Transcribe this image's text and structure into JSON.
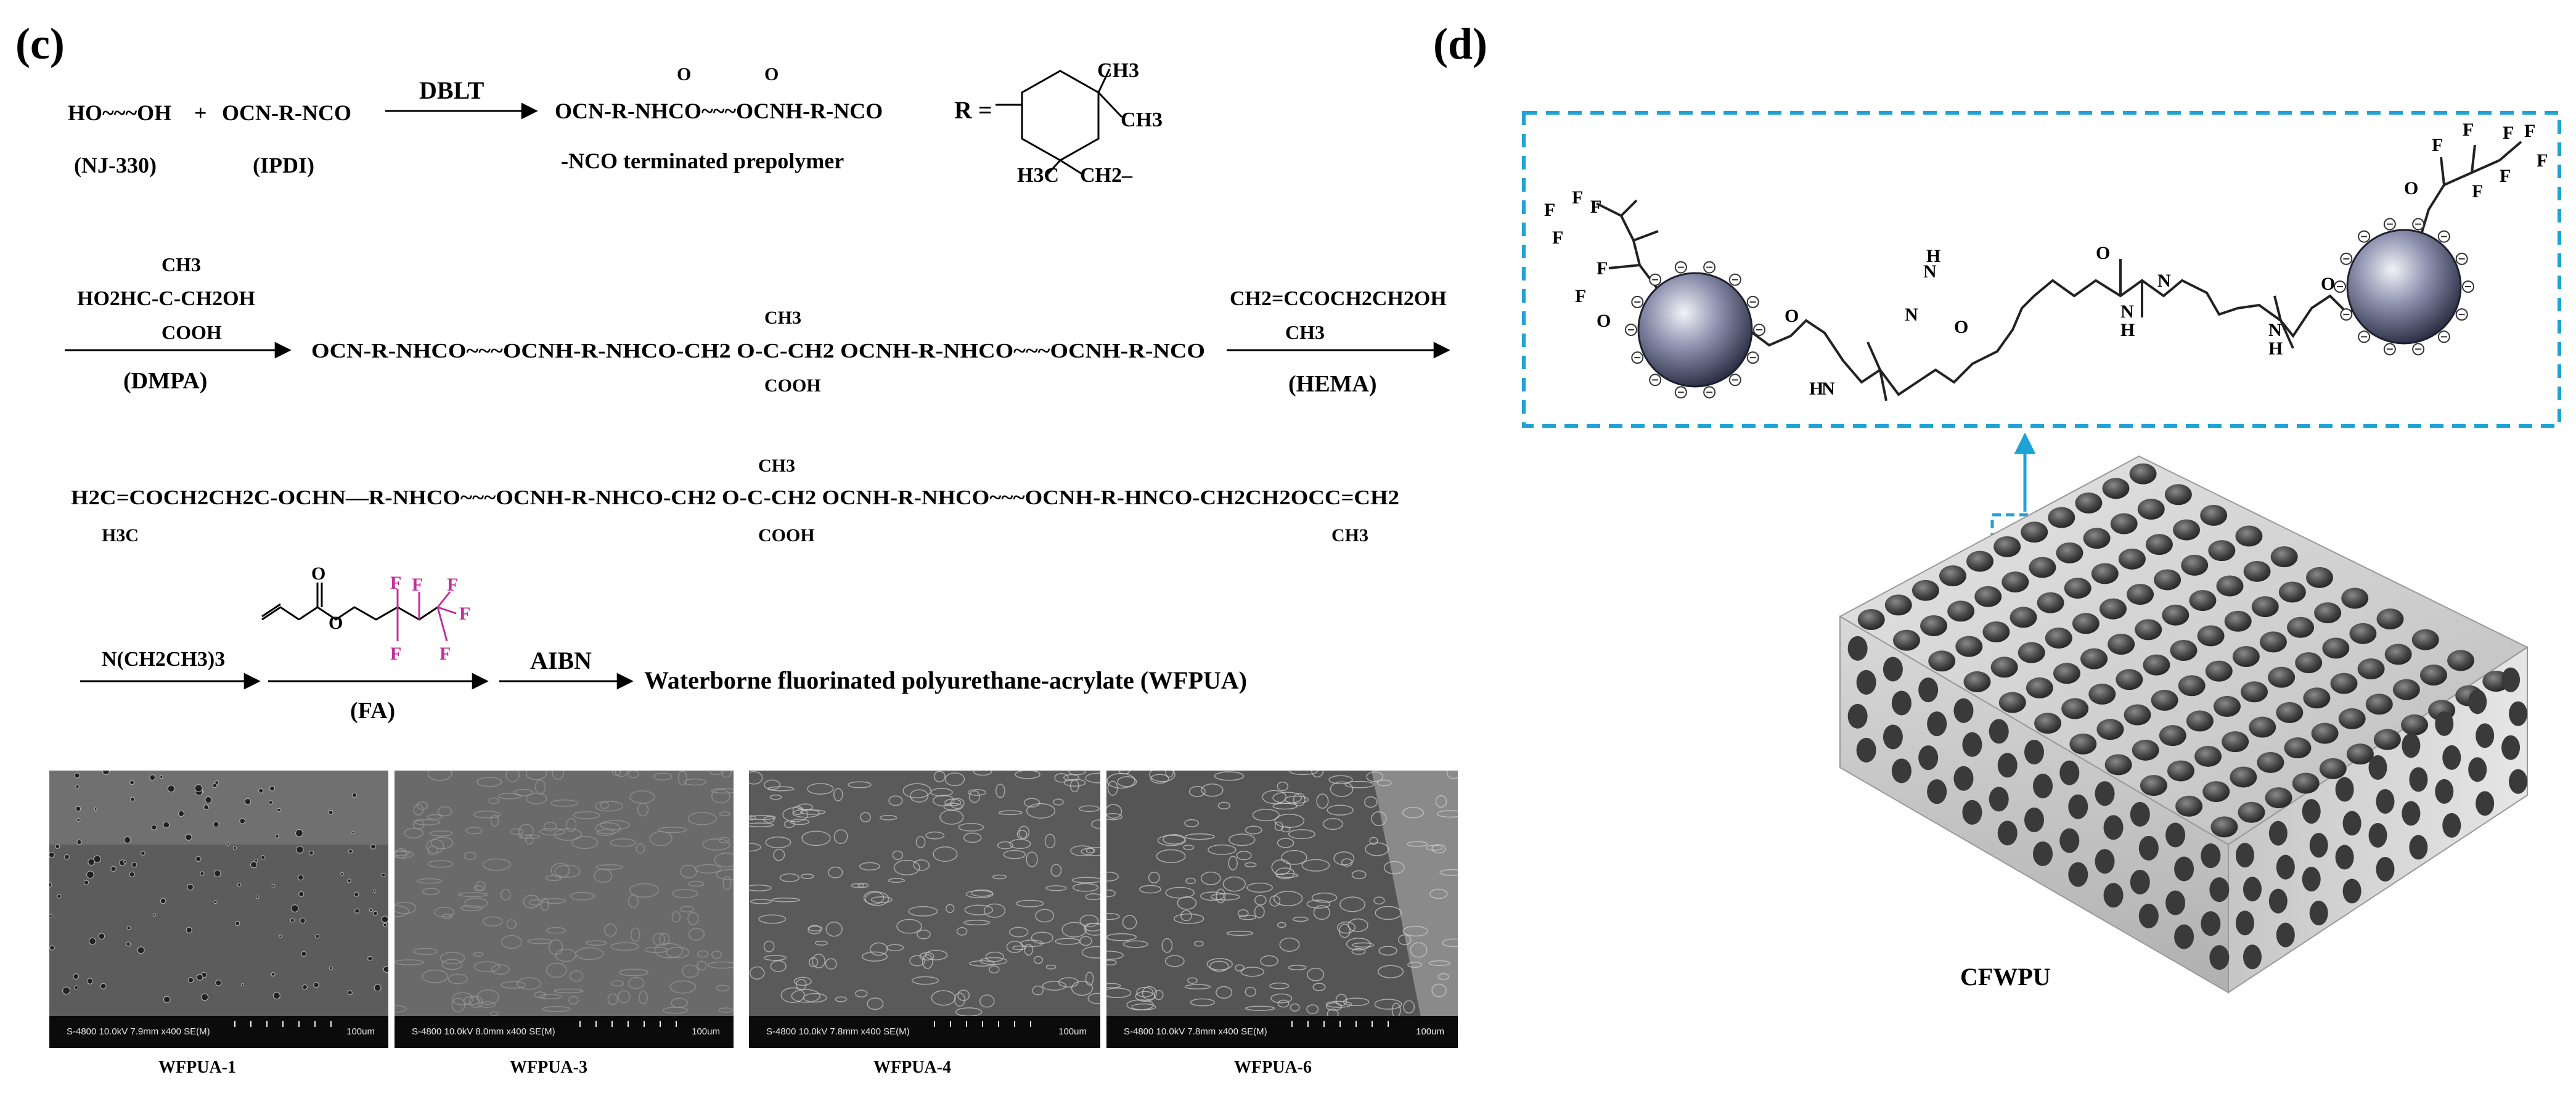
{
  "panel_c": {
    "label": "(c)",
    "step1": {
      "reactant_a": "HO~~~OH",
      "plus": "+",
      "reactant_b": "OCN-R-NCO",
      "catalyst": "DBLT",
      "product": "OCN-R-NHCO~~~OCNH-R-NCO",
      "label_a": "(NJ-330)",
      "label_b": "(IPDI)",
      "product_label": "-NCO terminated prepolymer",
      "r_equals": "R ="
    },
    "r_group": {
      "ch3_top": "CH3",
      "ch3_right": "CH3",
      "h3c": "H3C",
      "ch2": "CH2–"
    },
    "step2": {
      "dmpa_ch3": "CH3",
      "dmpa_line": "HO2HC-C-CH2OH",
      "dmpa_cooh": "COOH",
      "dmpa_label": "(DMPA)",
      "product": "OCN-R-NHCO~~~OCNH-R-NHCO-CH2 O-C-CH2 OCNH-R-NHCO~~~OCNH-R-NCO",
      "product_ch3": "CH3",
      "product_cooh": "COOH",
      "hema_line": "CH2=CCOCH2CH2OH",
      "hema_ch3": "CH3",
      "hema_label": "(HEMA)"
    },
    "step3": {
      "product": "H2C=COCH2CH2C-OCHN—R-NHCO~~~OCNH-R-NHCO-CH2 O-C-CH2 OCNH-R-NHCO~~~OCNH-R-HNCO-CH2CH2OCC=CH2",
      "h3c": "H3C",
      "ch3_mid": "CH3",
      "cooh": "COOH",
      "ch3_end": "CH3"
    },
    "step4": {
      "amine": "N(CH2CH3)3",
      "fa_label": "(FA)",
      "initiator": "AIBN",
      "final_product": "Waterborne fluorinated polyurethane-acrylate (WFPUA)",
      "fluorine": "F"
    },
    "sem_images": [
      {
        "caption": "WFPUA-1",
        "info": "S-4800 10.0kV 7.9mm x400 SE(M)",
        "scale": "100um"
      },
      {
        "caption": "WFPUA-3",
        "info": "S-4800 10.0kV 8.0mm x400 SE(M)",
        "scale": "100um"
      },
      {
        "caption": "WFPUA-4",
        "info": "S-4800 10.0kV 7.8mm x400 SE(M)",
        "scale": "100um"
      },
      {
        "caption": "WFPUA-6",
        "info": "S-4800 10.0kV 7.8mm x400 SE(M)",
        "scale": "100um"
      }
    ]
  },
  "panel_d": {
    "label": "(d)",
    "molecule_labels": {
      "fluorine": "F",
      "hydrazone_nh": "H",
      "amide_nh": "H",
      "amide_n": "N",
      "oxygen": "O",
      "charge": "−"
    },
    "model_label": "CFWPU"
  },
  "colors": {
    "fluorine_magenta": "#c0309a",
    "highlight_cyan": "#1fa3d6",
    "particle_dark": "#3b3f59",
    "block_side": "#c8c8c8",
    "dot_dark": "#3a3a3a"
  }
}
